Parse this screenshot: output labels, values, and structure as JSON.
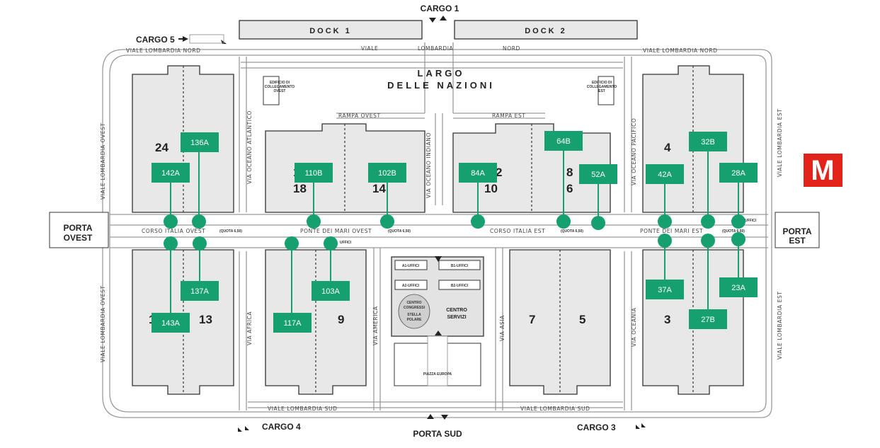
{
  "colors": {
    "pin": "#16a06f",
    "metro": "#e2231a",
    "hall_fill": "#e8e8e8"
  },
  "gates": {
    "cargo_1": "CARGO 1",
    "cargo_3": "CARGO 3",
    "cargo_4": "CARGO 4",
    "cargo_5": "CARGO 5",
    "porta_ovest_1": "PORTA",
    "porta_ovest_2": "OVEST",
    "porta_est_1": "PORTA",
    "porta_est_2": "EST",
    "porta_sud": "PORTA SUD"
  },
  "docks": {
    "dock_1": "DOCK 1",
    "dock_2": "DOCK 2"
  },
  "plaza": {
    "line1": "LARGO",
    "line2": "DELLE NAZIONI"
  },
  "streets": {
    "lombardia_nord_left": "VIALE LOMBARDIA NORD",
    "lombardia_nord_center_1": "VIALE",
    "lombardia_nord_center_2": "LOMBARDIA",
    "lombardia_nord_center_3": "NORD",
    "lombardia_nord_right": "VIALE LOMBARDIA NORD",
    "lombardia_sud_left": "VIALE LOMBARDIA SUD",
    "lombardia_sud_right": "VIALE LOMBARDIA SUD",
    "lombardia_ovest_top": "VIALE LOMBARDIA OVEST",
    "lombardia_ovest_bottom": "VIALE LOMBARDIA OVEST",
    "lombardia_est_top": "VIALE LOMBARDIA EST",
    "lombardia_est_bottom": "VIALE LOMBARDIA EST",
    "oceano_atlantico": "VIA OCEANO ATLANTICO",
    "oceano_indiano": "VIA OCEANO INDIANO",
    "oceano_pacifico": "VIA OCEANO PACIFICO",
    "oceania": "VIA OCEANIA",
    "africa": "VIA AFRICA",
    "america": "VIA AMERICA",
    "asia": "VIA ASIA",
    "rampa_ovest": "RAMPA OVEST",
    "rampa_est": "RAMPA EST",
    "corso_italia_ovest": "CORSO ITALIA OVEST",
    "ponte_dei_mari_ovest": "PONTE DEI MARI OVEST",
    "corso_italia_est": "CORSO ITALIA EST",
    "ponte_dei_mari_est": "PONTE DEI MARI EST",
    "quota_1": "(QUOTA 6,50)",
    "quota_2": "(QUOTA 6,50)",
    "quota_3": "(QUOTA 6,50)",
    "quota_4": "(QUOTA 6,50)",
    "uffici_left": "UFFICI",
    "uffici_right": "UFFICI"
  },
  "service_center": {
    "a1": "A1-UFFICI",
    "b1": "B1-UFFICI",
    "a2": "A2-UFFICI",
    "b2": "B2-UFFICI",
    "congressi_1": "CENTRO",
    "congressi_2": "CONGRESSI",
    "congressi_3": "STELLA",
    "congressi_4": "POLARE",
    "servizi_1": "CENTRO",
    "servizi_2": "SERVIZI",
    "piazza": "PIAZZA EUROPA",
    "edificio_ovest_1": "EDIFICIO DI",
    "edificio_ovest_2": "COLLEGAMENTO",
    "edificio_ovest_3": "OVEST",
    "edificio_est_1": "EDIFICIO DI",
    "edificio_est_2": "COLLEGAMENTO",
    "edificio_est_3": "EST"
  },
  "halls": {
    "h24": "24",
    "h13": "13",
    "h13b": "1",
    "h18": "18",
    "h14": "14",
    "h16": "1",
    "h9": "9",
    "h10": "10",
    "h12": "2",
    "h8": "8",
    "h6": "6",
    "h7": "7",
    "h5": "5",
    "h4": "4",
    "h3": "3"
  },
  "stands": [
    {
      "id": "s136A",
      "label": "136A"
    },
    {
      "id": "s142A",
      "label": "142A"
    },
    {
      "id": "s110B",
      "label": "110B"
    },
    {
      "id": "s102B",
      "label": "102B"
    },
    {
      "id": "s84A",
      "label": "84A"
    },
    {
      "id": "s64B",
      "label": "64B"
    },
    {
      "id": "s52A",
      "label": "52A"
    },
    {
      "id": "s42A",
      "label": "42A"
    },
    {
      "id": "s32B",
      "label": "32B"
    },
    {
      "id": "s28A",
      "label": "28A"
    },
    {
      "id": "s137A",
      "label": "137A"
    },
    {
      "id": "s143A",
      "label": "143A"
    },
    {
      "id": "s117A",
      "label": "117A"
    },
    {
      "id": "s103A",
      "label": "103A"
    },
    {
      "id": "s37A",
      "label": "37A"
    },
    {
      "id": "s27B",
      "label": "27B"
    },
    {
      "id": "s23A",
      "label": "23A"
    }
  ],
  "metro": {
    "letter": "M",
    "icon": "metro-icon"
  }
}
